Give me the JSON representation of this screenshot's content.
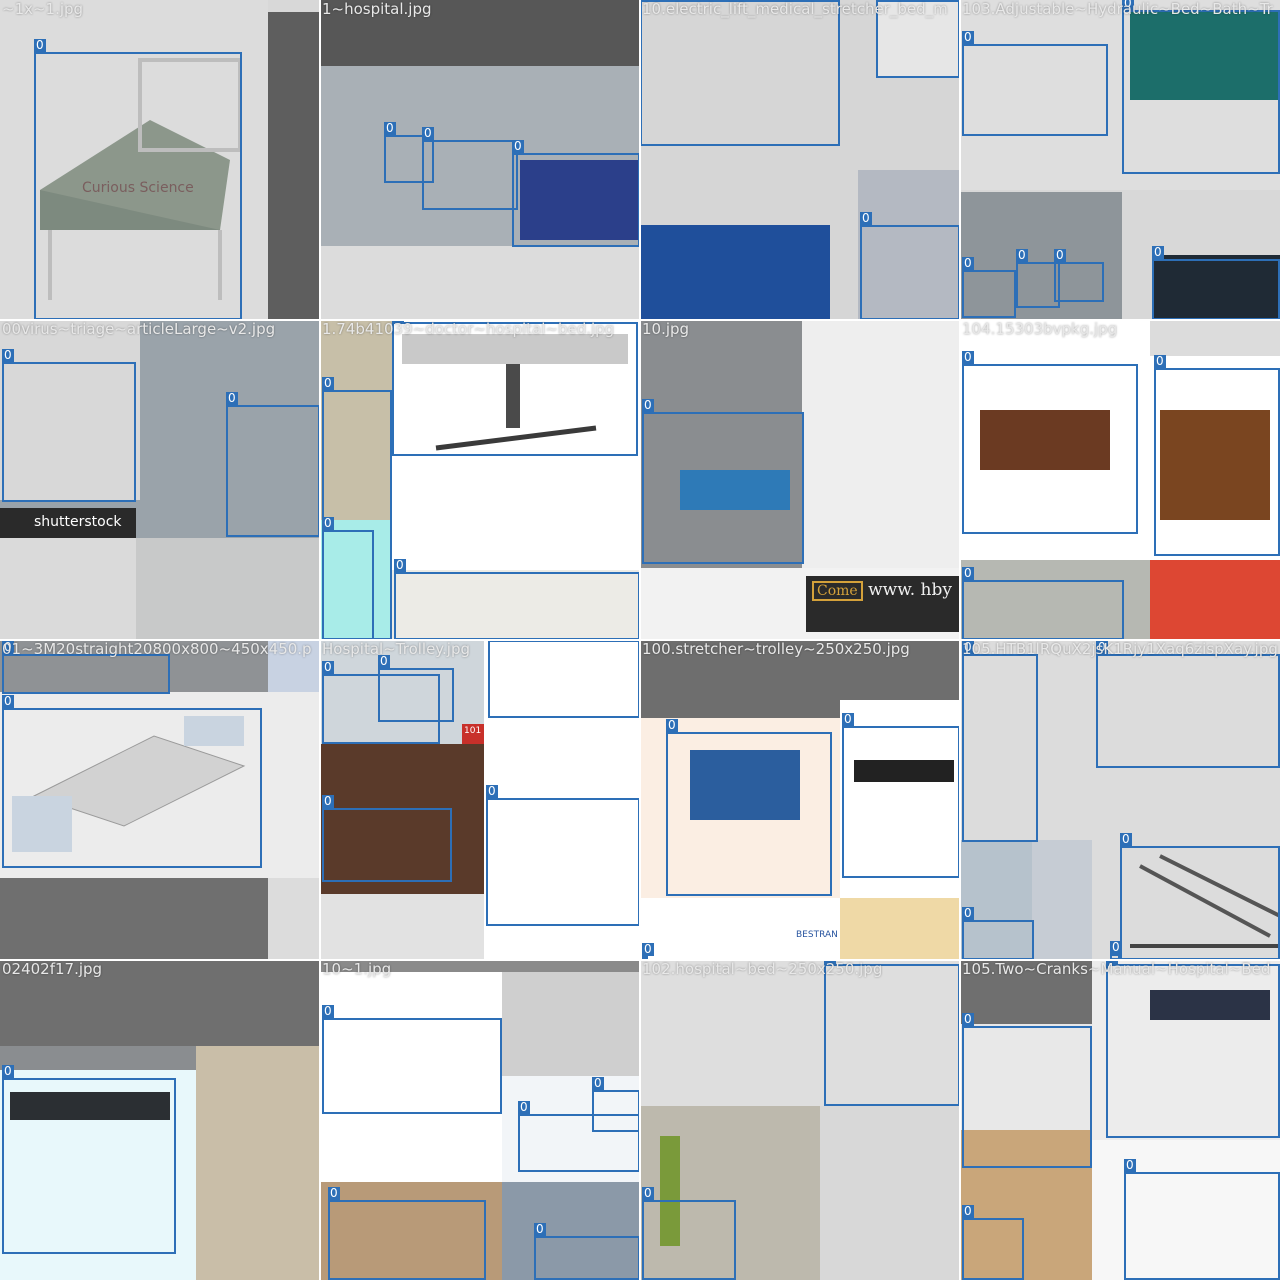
{
  "grid": {
    "label_text": "0",
    "box_color": "#2d6fb7",
    "tiles": [
      {
        "caption": "~1x~1.jpg"
      },
      {
        "caption": "1~hospital.jpg"
      },
      {
        "caption": "10.electric_lift_medical_stretcher_bed_m"
      },
      {
        "caption": "103.Adjustable~Hydraulic~Bed~Bath~Tr"
      },
      {
        "caption": "00virus~triage~articleLarge~v2.jpg"
      },
      {
        "caption": "1.74b41039~doctor~hospital~bed.jpg"
      },
      {
        "caption": "10.jpg"
      },
      {
        "caption": "104.15303bvpkg.jpg"
      },
      {
        "caption": "01~3M20straight20800x800~450x450.p"
      },
      {
        "caption": "Hospital~Trolley.jpg"
      },
      {
        "caption": "100.stretcher~trolley~250x250.jpg"
      },
      {
        "caption": "105.HTB1lRQuX2jsK1Rjy1Xaq6zispXay.jpg"
      },
      {
        "caption": "02402f17.jpg"
      },
      {
        "caption": "10~1.jpg"
      },
      {
        "caption": "102.hospital~bed~250x250.jpg"
      },
      {
        "caption": "105.Two~Cranks~Manual~Hospital~Bed"
      }
    ]
  },
  "watermarks": {
    "shutterstock": "shutterstock",
    "curious": "Curious Science",
    "hby_logo": "Come",
    "hby_url": "www. hby",
    "bestran": "BESTRAN",
    "tag101": "101"
  }
}
